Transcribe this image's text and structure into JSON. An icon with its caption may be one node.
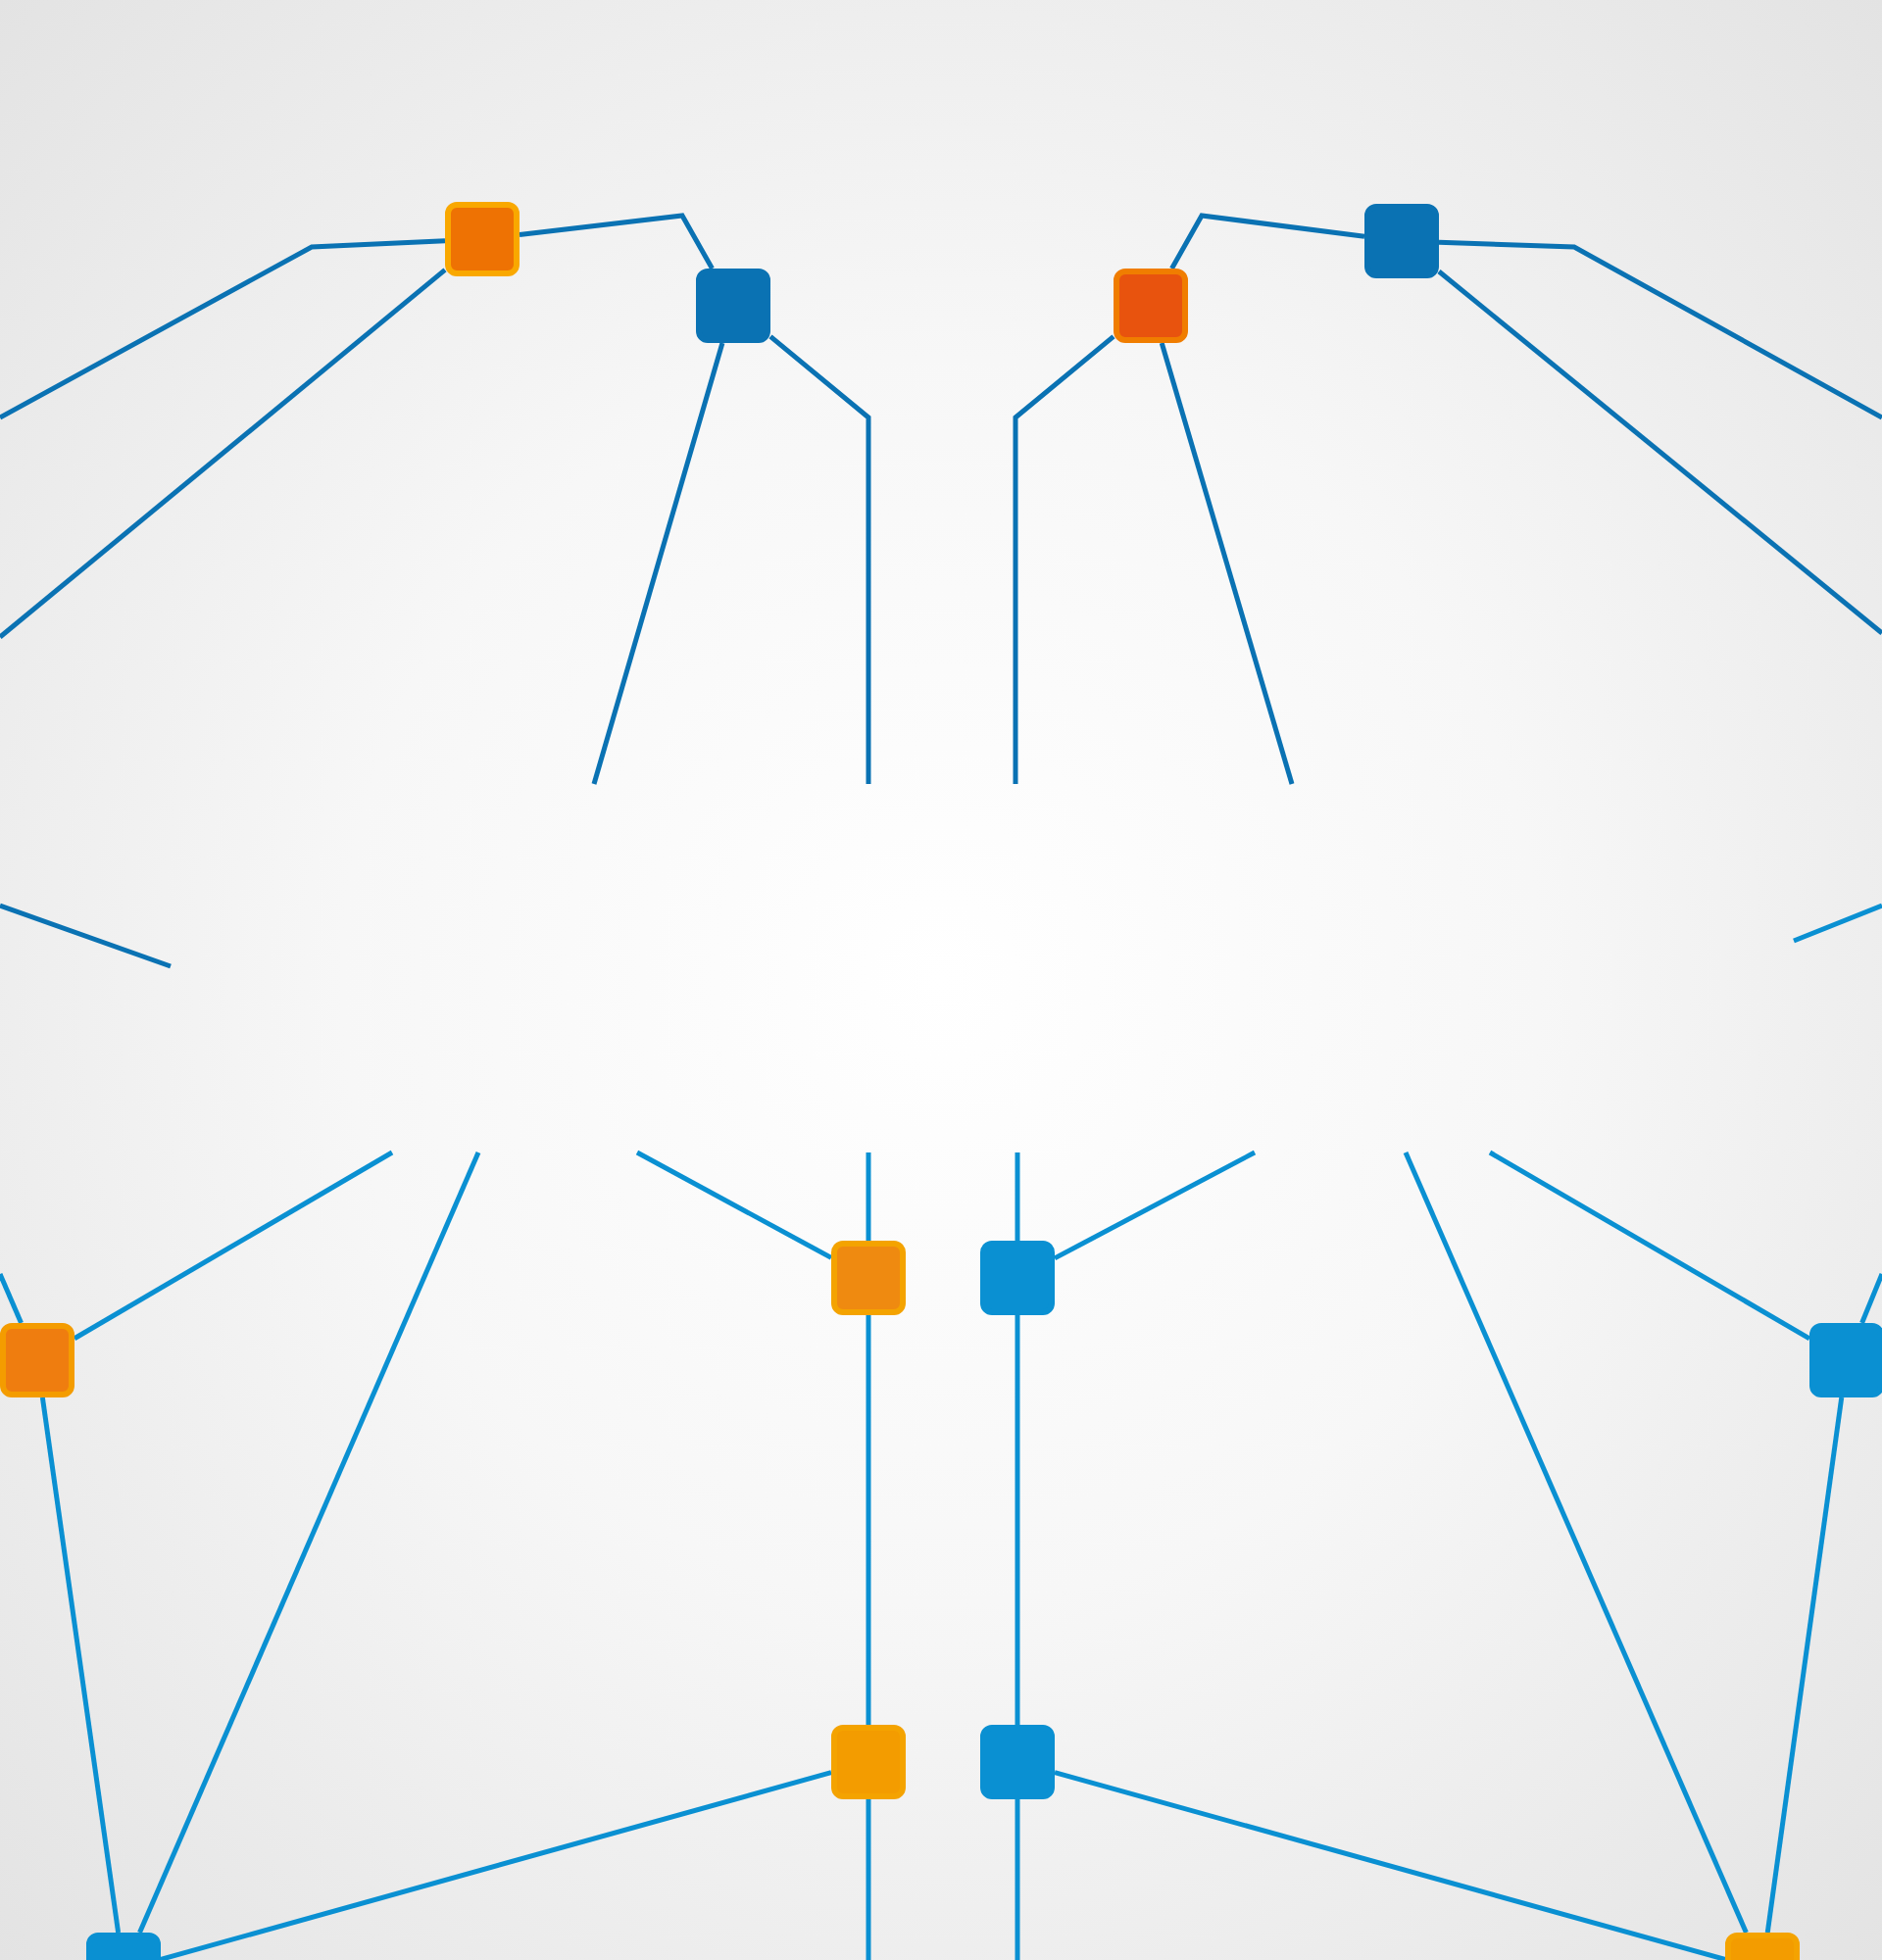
{
  "diagram": {
    "nodes": [
      {
        "text": [],
        "shape": "box"
      },
      {
        "text": [],
        "shape": "box"
      },
      {
        "text": [],
        "shape": "box"
      },
      {
        "text": [],
        "shape": "box"
      },
      {
        "text": [],
        "shape": "box"
      },
      {
        "text": [],
        "shape": "box"
      },
      {
        "text": [],
        "shape": "box"
      },
      {
        "text": [],
        "shape": "box"
      },
      {
        "text": [],
        "shape": "box"
      },
      {
        "text": [],
        "shape": "box"
      },
      {
        "text": [],
        "shape": "box"
      },
      {
        "text": [],
        "shape": "box"
      }
    ],
    "edges": [
      {
        "from": 0,
        "to": 2,
        "arrow": "none",
        "color": "#0a72b3"
      },
      {
        "from": null,
        "to": 0,
        "arrow": "none",
        "color": "#0a72b3"
      },
      {
        "from": null,
        "to": 0,
        "arrow": "none",
        "color": "#0a72b3"
      },
      {
        "from": null,
        "to": 2,
        "arrow": "none",
        "color": "#0a72b3"
      },
      {
        "from": null,
        "to": 2,
        "arrow": "none",
        "color": "#0a72b3"
      },
      {
        "from": 1,
        "to": 3,
        "arrow": "none",
        "color": "#0a72b3"
      },
      {
        "from": null,
        "to": 1,
        "arrow": "none",
        "color": "#0a72b3"
      },
      {
        "from": null,
        "to": 1,
        "arrow": "none",
        "color": "#0a72b3"
      },
      {
        "from": null,
        "to": 3,
        "arrow": "none",
        "color": "#0a72b3"
      },
      {
        "from": null,
        "to": 3,
        "arrow": "none",
        "color": "#0a72b3"
      },
      {
        "from": null,
        "to": 4,
        "arrow": "none"
      },
      {
        "from": null,
        "to": 4,
        "arrow": "none"
      },
      {
        "from": 4,
        "to": 8,
        "arrow": "none"
      },
      {
        "from": null,
        "to": 8,
        "arrow": "none"
      },
      {
        "from": 8,
        "to": 10,
        "arrow": "none"
      },
      {
        "from": null,
        "to": 6,
        "arrow": "none"
      },
      {
        "from": null,
        "to": 6,
        "arrow": "none"
      },
      {
        "from": 6,
        "to": 10,
        "arrow": "none"
      },
      {
        "from": null,
        "to": 10,
        "arrow": "none"
      },
      {
        "from": null,
        "to": 5,
        "arrow": "none"
      },
      {
        "from": null,
        "to": 5,
        "arrow": "none"
      },
      {
        "from": 5,
        "to": 9,
        "arrow": "none"
      },
      {
        "from": null,
        "to": 9,
        "arrow": "none"
      },
      {
        "from": 9,
        "to": 11,
        "arrow": "none"
      },
      {
        "from": null,
        "to": 7,
        "arrow": "none"
      },
      {
        "from": null,
        "to": 7,
        "arrow": "none"
      },
      {
        "from": 7,
        "to": 11,
        "arrow": "none"
      },
      {
        "from": null,
        "to": 11,
        "arrow": "none"
      }
    ]
  }
}
